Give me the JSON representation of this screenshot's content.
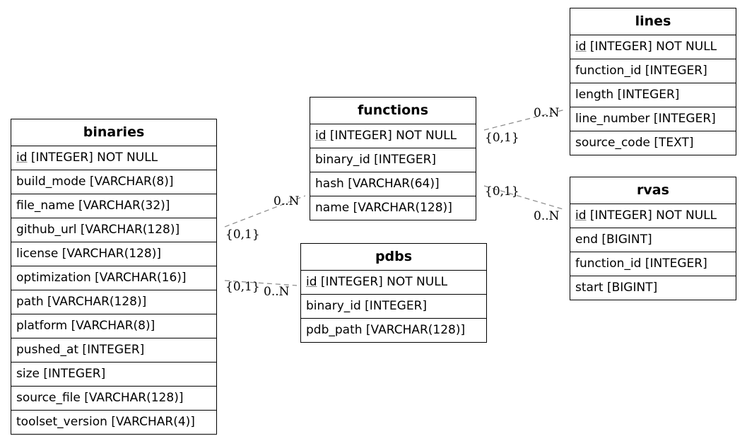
{
  "entities": {
    "binaries": {
      "name": "binaries",
      "pk_name": "id",
      "pk_type": " [INTEGER] NOT NULL",
      "attributes": [
        "build_mode [VARCHAR(8)]",
        "file_name [VARCHAR(32)]",
        "github_url [VARCHAR(128)]",
        "license [VARCHAR(128)]",
        "optimization [VARCHAR(16)]",
        "path [VARCHAR(128)]",
        "platform [VARCHAR(8)]",
        "pushed_at [INTEGER]",
        "size [INTEGER]",
        "source_file [VARCHAR(128)]",
        "toolset_version [VARCHAR(4)]"
      ]
    },
    "functions": {
      "name": "functions",
      "pk_name": "id",
      "pk_type": " [INTEGER] NOT NULL",
      "attributes": [
        "binary_id [INTEGER]",
        "hash [VARCHAR(64)]",
        "name [VARCHAR(128)]"
      ]
    },
    "pdbs": {
      "name": "pdbs",
      "pk_name": "id",
      "pk_type": " [INTEGER] NOT NULL",
      "attributes": [
        "binary_id [INTEGER]",
        "pdb_path [VARCHAR(128)]"
      ]
    },
    "lines": {
      "name": "lines",
      "pk_name": "id",
      "pk_type": " [INTEGER] NOT NULL",
      "attributes": [
        "function_id [INTEGER]",
        "length [INTEGER]",
        "line_number [INTEGER]",
        "source_code [TEXT]"
      ]
    },
    "rvas": {
      "name": "rvas",
      "pk_name": "id",
      "pk_type": " [INTEGER] NOT NULL",
      "attributes": [
        "end [BIGINT]",
        "function_id [INTEGER]",
        "start [BIGINT]"
      ]
    }
  },
  "relationships": {
    "binaries_functions": {
      "from_card": "{0,1}",
      "to_card": "0..N"
    },
    "binaries_pdbs": {
      "from_card": "{0,1}",
      "to_card": "0..N"
    },
    "functions_lines": {
      "from_card": "{0,1}",
      "to_card": "0..N"
    },
    "functions_rvas": {
      "from_card": "{0,1}",
      "to_card": "0..N"
    }
  },
  "colors": {
    "connector": "#888888",
    "border": "#000000",
    "background": "#ffffff"
  }
}
